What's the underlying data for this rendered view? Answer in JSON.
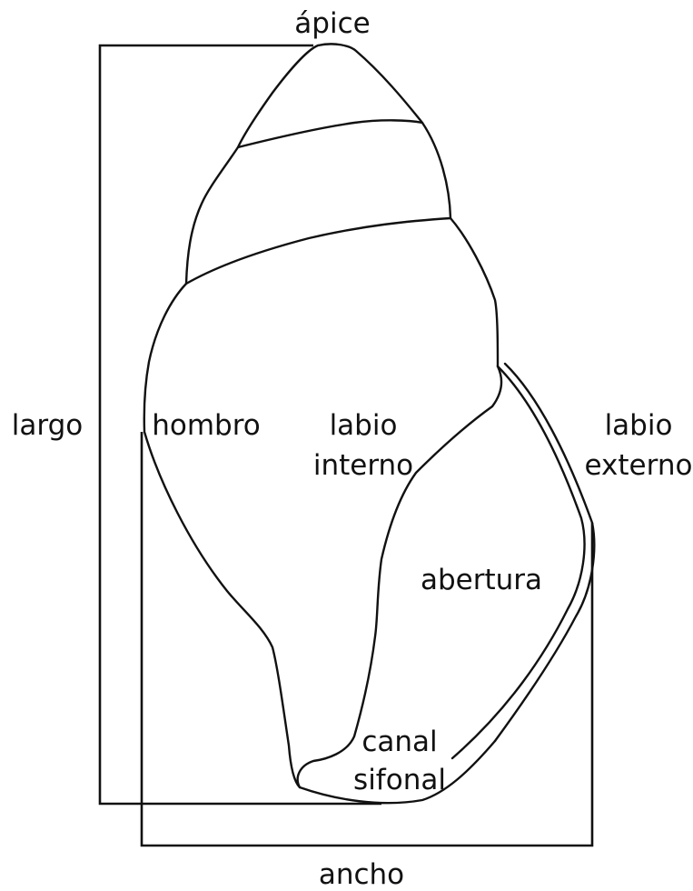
{
  "labels": {
    "apex": "ápice",
    "length": "largo",
    "shoulder": "hombro",
    "inner_lip_line1": "labio",
    "inner_lip_line2": "interno",
    "outer_lip_line1": "labio",
    "outer_lip_line2": "externo",
    "aperture": "abertura",
    "siphonal_canal_line1": "canal",
    "siphonal_canal_line2": "sifonal",
    "width": "ancho"
  },
  "colors": {
    "line": "#111111",
    "background": "#ffffff"
  }
}
